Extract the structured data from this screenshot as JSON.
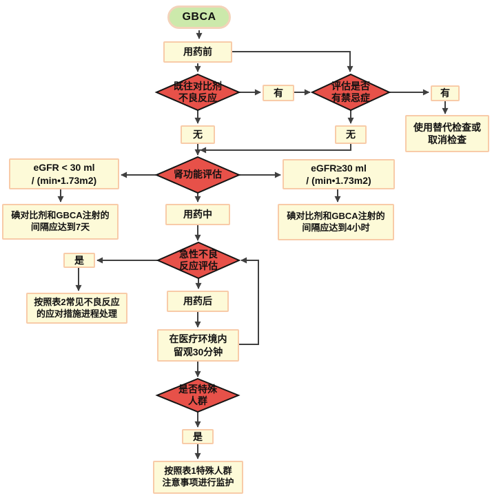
{
  "diagram": {
    "colors": {
      "box_fill": "#fdfad8",
      "box_border": "#f8cba8",
      "diamond_fill": "#e75149",
      "diamond_border": "#141414",
      "start_fill": "#cce9ab",
      "start_border": "#f3d3ba",
      "connector": "#3f3f3f",
      "text": "#111111"
    },
    "nodes": {
      "start": "GBCA",
      "pre_medication": "用药前",
      "prior_contrast_reaction": "既往对比剂\n不良反应",
      "has_1": "有",
      "contraindication_eval": "评估是否\n有禁忌症",
      "has_2": "有",
      "alternative_exam": "使用替代检查或\n取消检查",
      "none_1": "无",
      "none_2": "无",
      "renal_function_eval": "肾功能评估",
      "egfr_low": "eGFR < 30 ml\n/ (min•1.73m2)",
      "egfr_high": "eGFR≥30 ml\n/ (min•1.73m2)",
      "interval_7_days": "碘对比剂和GBCA注射的\n间隔应达到7天",
      "interval_4_hours": "碘对比剂和GBCA注射的\n间隔应达到4小时",
      "during_medication": "用药中",
      "acute_reaction_eval": "急性不良\n反应评估",
      "yes_1": "是",
      "table2_handling": "按照表2常见不良反应\n的应对措施进程处理",
      "post_medication": "用药后",
      "observe_30min": "在医疗环境内\n留观30分钟",
      "special_population": "是否特殊\n人群",
      "yes_2": "是",
      "table1_monitoring": "按照表1特殊人群\n注意事项进行监护"
    }
  }
}
